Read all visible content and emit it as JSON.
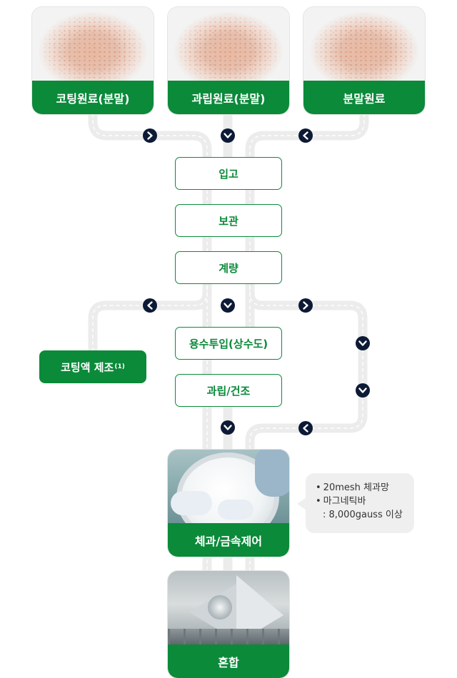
{
  "raw_materials": [
    {
      "label": "코팅원료(분말)"
    },
    {
      "label": "과립원료(분말)"
    },
    {
      "label": "분말원료"
    }
  ],
  "steps": {
    "receiving": "입고",
    "storage": "보관",
    "weighing": "계량",
    "water_input": "용수투입(상수도)",
    "granulation_drying": "과립/건조",
    "sieving": "체과/금속제어",
    "mixing": "혼합"
  },
  "coating_prep": {
    "label": "코팅액 제조",
    "footnote": "(1)"
  },
  "note": {
    "line1": "20mesh 체과망",
    "line2": "마그네틱바",
    "line3": ": 8,000gauss 이상"
  },
  "colors": {
    "brand_green": "#0b8a3a",
    "path_gray": "#ececec",
    "arrow_dark": "#0c1a36"
  },
  "icons": {
    "arrow": "chevron-circle-icon"
  }
}
